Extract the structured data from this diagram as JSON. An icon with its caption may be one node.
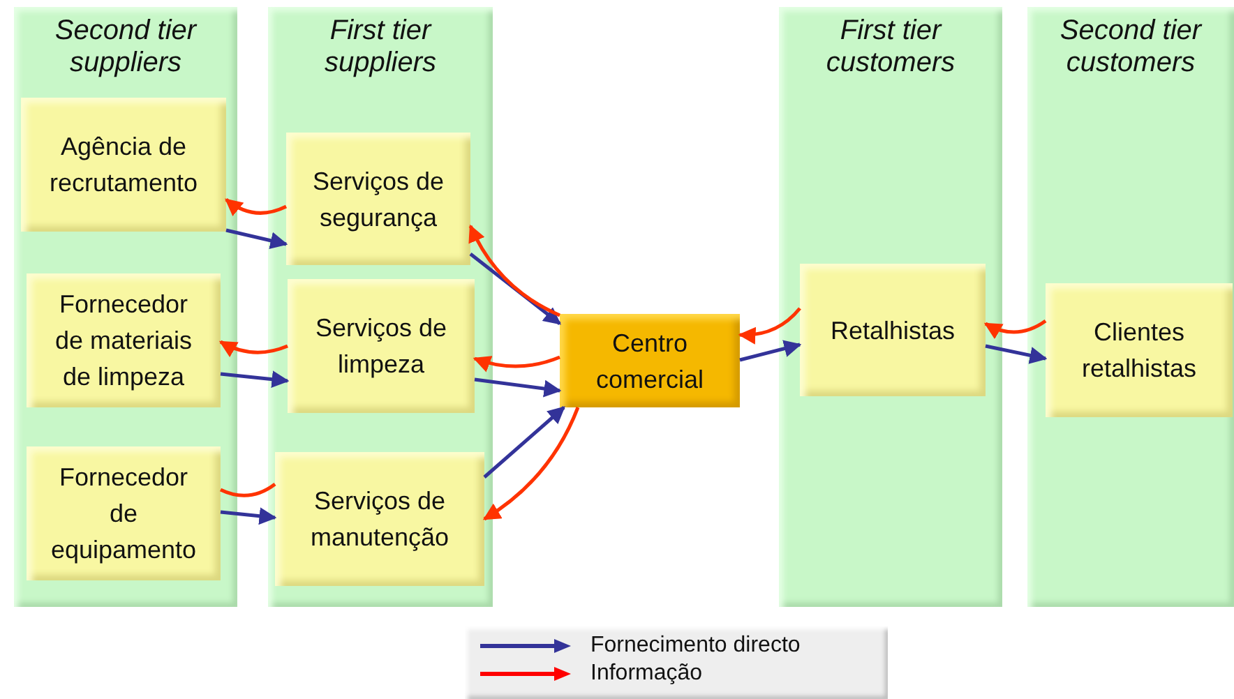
{
  "diagram": {
    "nodes": [
      {
        "text": [
          "Second tier suppliers"
        ]
      },
      {
        "text": [
          "First tier suppliers"
        ]
      },
      {
        "text": [
          "First tier customers"
        ]
      },
      {
        "text": [
          "Second tier customers"
        ]
      },
      {
        "text": [
          "Agência de recrutamento"
        ],
        "in": 0
      },
      {
        "text": [
          "Serviços de segurança"
        ],
        "in": 1
      },
      {
        "text": [
          "Fornecedor de materiais de limpeza"
        ],
        "in": 0
      },
      {
        "text": [
          "Serviços de limpeza"
        ],
        "in": 1
      },
      {
        "text": [
          "Fornecedor de equipamento"
        ],
        "in": 0
      },
      {
        "text": [
          "Serviços de manutenção"
        ],
        "in": 1
      },
      {
        "text": [
          "Centro comercial"
        ]
      },
      {
        "text": [
          "Retalhistas"
        ],
        "in": 2
      },
      {
        "text": [
          "Clientes retalhistas"
        ],
        "in": 3
      }
    ],
    "edges": [
      {
        "from": 4,
        "to": 5,
        "arrow": "to",
        "color": "#333399"
      },
      {
        "from": 5,
        "to": 4,
        "arrow": "to",
        "color": "#ff3300"
      },
      {
        "from": 5,
        "to": 10,
        "arrow": "to",
        "color": "#333399"
      },
      {
        "from": 10,
        "to": 5,
        "arrow": "to",
        "color": "#ff3300"
      },
      {
        "from": 6,
        "to": 7,
        "arrow": "to",
        "color": "#333399"
      },
      {
        "from": 7,
        "to": 6,
        "arrow": "to",
        "color": "#ff3300"
      },
      {
        "from": 10,
        "to": 7,
        "arrow": "to",
        "color": "#ff3300"
      },
      {
        "from": 7,
        "to": 10,
        "arrow": "to",
        "color": "#333399"
      },
      {
        "from": 8,
        "to": 9,
        "arrow": "to",
        "color": "#333399"
      },
      {
        "from": 8,
        "to": 9,
        "arrow": "none",
        "color": "#ff3300"
      },
      {
        "from": 9,
        "to": 10,
        "arrow": "to",
        "color": "#333399"
      },
      {
        "from": 10,
        "to": 9,
        "arrow": "to",
        "color": "#ff3300"
      },
      {
        "from": 11,
        "to": 10,
        "arrow": "to",
        "color": "#ff3300"
      },
      {
        "from": 10,
        "to": 11,
        "arrow": "to",
        "color": "#333399"
      },
      {
        "from": 12,
        "to": 11,
        "arrow": "to",
        "color": "#ff3300"
      },
      {
        "from": 11,
        "to": 12,
        "arrow": "to",
        "color": "#333399"
      }
    ],
    "legend": [
      {
        "text": "Fornecimento directo"
      },
      {
        "text": "Informação"
      }
    ]
  }
}
